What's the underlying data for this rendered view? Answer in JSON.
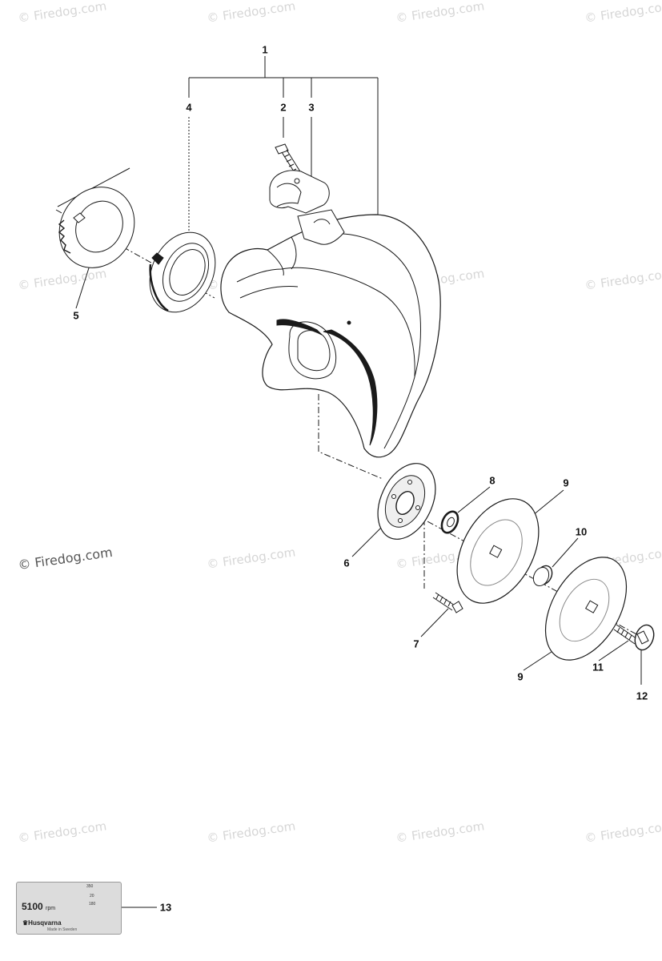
{
  "watermark": "© Firedog.com",
  "callouts": [
    {
      "id": "1",
      "label": "1"
    },
    {
      "id": "2",
      "label": "2"
    },
    {
      "id": "3",
      "label": "3"
    },
    {
      "id": "4",
      "label": "4"
    },
    {
      "id": "5",
      "label": "5"
    },
    {
      "id": "6",
      "label": "6"
    },
    {
      "id": "7",
      "label": "7"
    },
    {
      "id": "8",
      "label": "8"
    },
    {
      "id": "9a",
      "label": "9"
    },
    {
      "id": "9b",
      "label": "9"
    },
    {
      "id": "10",
      "label": "10"
    },
    {
      "id": "11",
      "label": "11"
    },
    {
      "id": "12",
      "label": "12"
    },
    {
      "id": "13",
      "label": "13"
    }
  ],
  "decal": {
    "rpm": "5100",
    "rpm_unit": "rpm",
    "brand": "Husqvarna",
    "origin": "Made in Sweden",
    "diameter": "350",
    "depth": "20",
    "bore": "180"
  },
  "colors": {
    "line": "#1a1a1a",
    "watermark": "#d6d6d6",
    "decal_background": "#dcdcdc"
  }
}
